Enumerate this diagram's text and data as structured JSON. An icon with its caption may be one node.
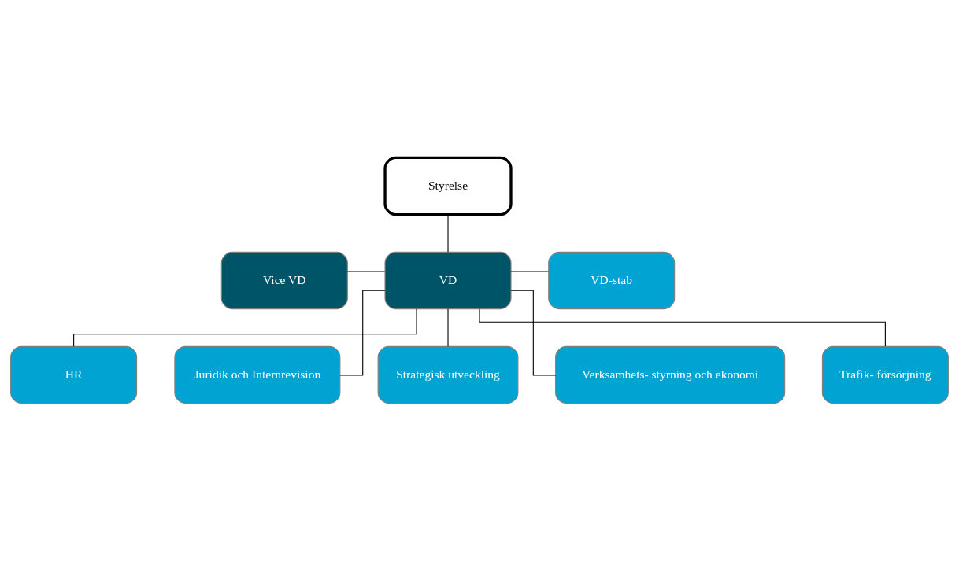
{
  "diagram": {
    "nodes": [
      {
        "text": [
          "Styrelse"
        ]
      },
      {
        "text": [
          "Vice VD"
        ]
      },
      {
        "text": [
          "VD"
        ]
      },
      {
        "text": [
          "VD-stab"
        ]
      },
      {
        "text": [
          "HR"
        ]
      },
      {
        "text": [
          "Juridik och Internrevision"
        ]
      },
      {
        "text": [
          "Strategisk utveckling"
        ]
      },
      {
        "text": [
          "Verksamhets- styrning och ekonomi"
        ]
      },
      {
        "text": [
          "Trafik- försörjning"
        ]
      }
    ],
    "edges": [
      {
        "from": 0,
        "to": 2,
        "arrow": "none"
      },
      {
        "from": 1,
        "to": 2,
        "arrow": "none"
      },
      {
        "from": 2,
        "to": 3,
        "arrow": "none"
      },
      {
        "from": 2,
        "to": 4,
        "arrow": "none"
      },
      {
        "from": 2,
        "to": 5,
        "arrow": "none"
      },
      {
        "from": 2,
        "to": 6,
        "arrow": "none"
      },
      {
        "from": 2,
        "to": 7,
        "arrow": "none"
      },
      {
        "from": 2,
        "to": 8,
        "arrow": "none"
      }
    ]
  }
}
